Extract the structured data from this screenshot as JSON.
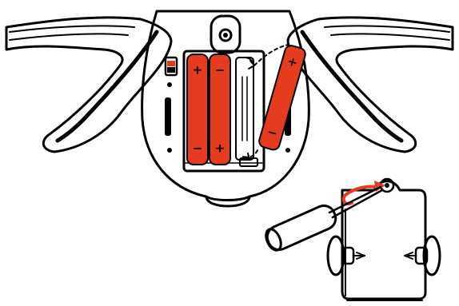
{
  "colors": {
    "ink": "#000000",
    "paper": "#ffffff",
    "battery": "#e53b1f",
    "arrow": "#e53b1f"
  },
  "batteries": [
    {
      "top_polarity": "+",
      "bottom_polarity": "−",
      "state": "installed"
    },
    {
      "top_polarity": "−",
      "bottom_polarity": "+",
      "state": "installed"
    },
    {
      "top_polarity": "",
      "bottom_polarity": "",
      "state": "empty-slot"
    },
    {
      "top_polarity": "+",
      "bottom_polarity": "−",
      "state": "being-inserted"
    }
  ],
  "icons": {
    "battery_compartment": "battery-compartment-icon",
    "screwdriver": "screwdriver-icon",
    "screw": "screw-icon",
    "cover_plate": "cover-plate-icon",
    "power_switch": "power-switch-icon"
  }
}
